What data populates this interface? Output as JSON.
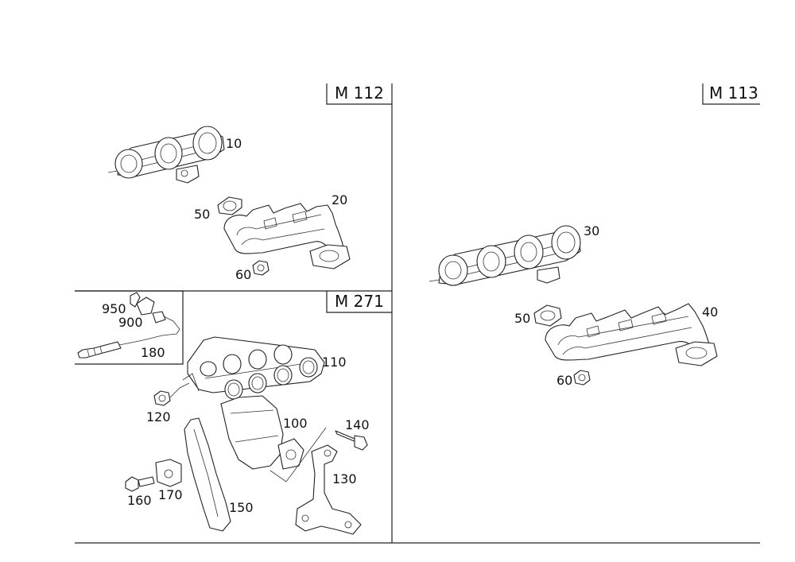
{
  "sections": {
    "m112": "M 112",
    "m113": "M 113",
    "m271": "M 271"
  },
  "callouts": {
    "p10": "10",
    "p20": "20",
    "p50a": "50",
    "p60a": "60",
    "p30": "30",
    "p40": "40",
    "p50b": "50",
    "p60b": "60",
    "p950": "950",
    "p900": "900",
    "p180": "180",
    "p110": "110",
    "p120": "120",
    "p100": "100",
    "p140": "140",
    "p130": "130",
    "p160": "160",
    "p170": "170",
    "p150": "150"
  }
}
